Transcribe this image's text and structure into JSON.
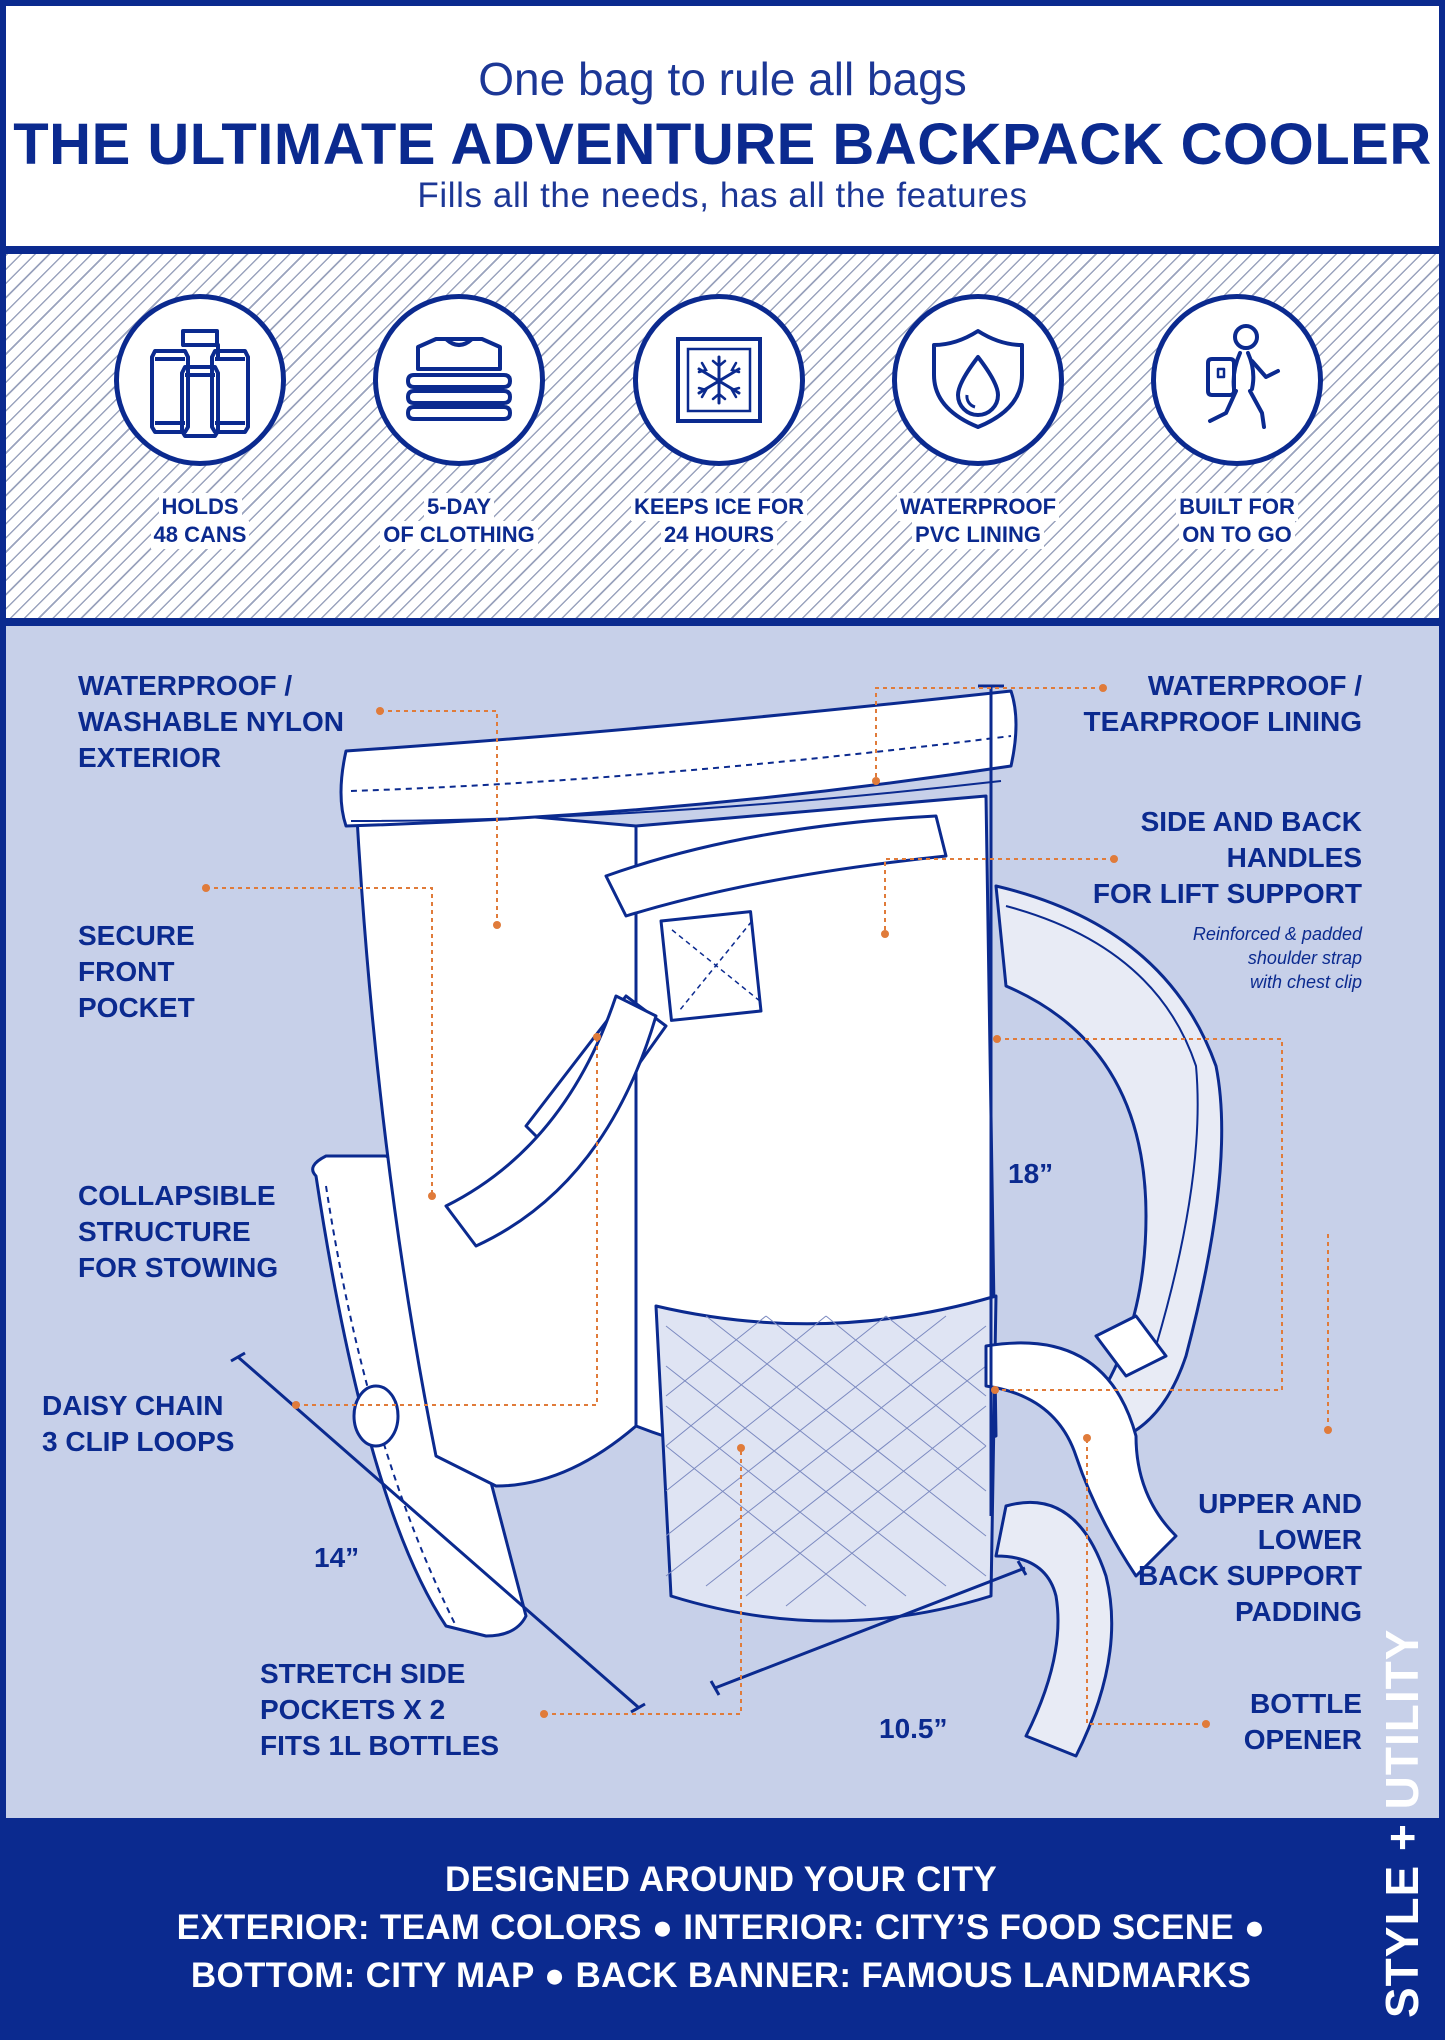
{
  "header": {
    "tagline": "One bag to rule all bags",
    "title": "THE ULTIMATE ADVENTURE BACKPACK COOLER",
    "subtitle": "Fills all the needs, has all the features"
  },
  "features": [
    {
      "icon": "cans-icon",
      "lines": [
        "HOLDS",
        "48 CANS"
      ]
    },
    {
      "icon": "folded-clothing-icon",
      "lines": [
        "5-DAY",
        "OF CLOTHING"
      ]
    },
    {
      "icon": "snowflake-icon",
      "lines": [
        "KEEPS ICE FOR",
        "24 HOURS"
      ]
    },
    {
      "icon": "water-drop-shield-icon",
      "lines": [
        "WATERPROOF",
        "PVC LINING"
      ]
    },
    {
      "icon": "hiker-icon",
      "lines": [
        "BUILT FOR",
        "ON TO GO"
      ]
    }
  ],
  "callouts": {
    "exterior": [
      "WATERPROOF /",
      "WASHABLE NYLON",
      "EXTERIOR"
    ],
    "front_pocket": [
      "SECURE",
      "FRONT",
      "POCKET"
    ],
    "collapsible": [
      "COLLAPSIBLE",
      "STRUCTURE",
      "FOR STOWING"
    ],
    "daisy_chain": [
      "DAISY CHAIN",
      "3 CLIP LOOPS"
    ],
    "side_pockets": [
      "STRETCH SIDE",
      "POCKETS X 2",
      "FITS 1L BOTTLES"
    ],
    "lining": [
      "WATERPROOF /",
      "TEARPROOF LINING"
    ],
    "handles": [
      "SIDE AND BACK",
      "HANDLES",
      "FOR LIFT SUPPORT"
    ],
    "strap_note": [
      "Reinforced & padded",
      "shoulder strap",
      "with chest clip"
    ],
    "back_padding": [
      "UPPER AND",
      "LOWER",
      "BACK SUPPORT",
      "PADDING"
    ],
    "bottle_opener": [
      "BOTTLE",
      "OPENER"
    ]
  },
  "dimensions": {
    "height": "18”",
    "depth": "14”",
    "width": "10.5”"
  },
  "footer": {
    "line1": "DESIGNED AROUND YOUR CITY",
    "line2": "EXTERIOR: TEAM COLORS  ●  INTERIOR: CITY’S FOOD SCENE ●",
    "line3": "BOTTOM: CITY MAP  ●  BACK BANNER: FAMOUS LANDMARKS",
    "side_text": "STYLE + UTILITY"
  },
  "colors": {
    "navy": "#0b2a8f",
    "panel_blue": "#c7d0e9",
    "leader_orange": "#e07b3a"
  }
}
